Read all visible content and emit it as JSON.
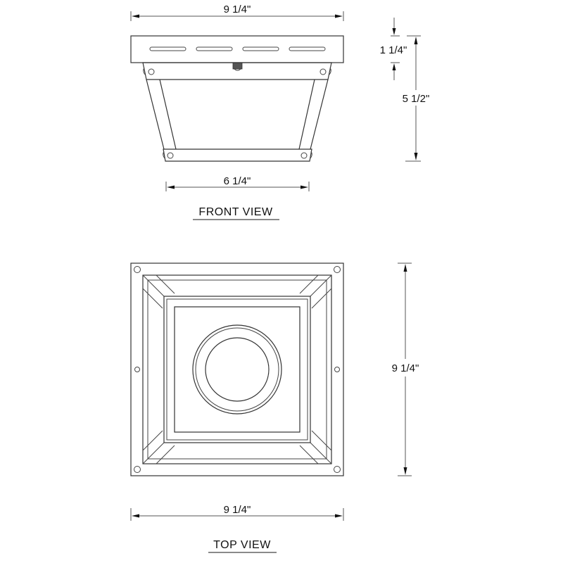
{
  "drawing": {
    "front_view": {
      "title": "FRONT VIEW",
      "dimensions": {
        "overall_width": "9 1/4\"",
        "bottom_width": "6 1/4\"",
        "canopy_height": "1 1/4\"",
        "overall_height": "5 1/2\""
      }
    },
    "top_view": {
      "title": "TOP VIEW",
      "dimensions": {
        "width": "9 1/4\"",
        "depth": "9 1/4\""
      }
    },
    "colors": {
      "line": "#333333",
      "text": "#111111",
      "background": "#ffffff"
    }
  }
}
